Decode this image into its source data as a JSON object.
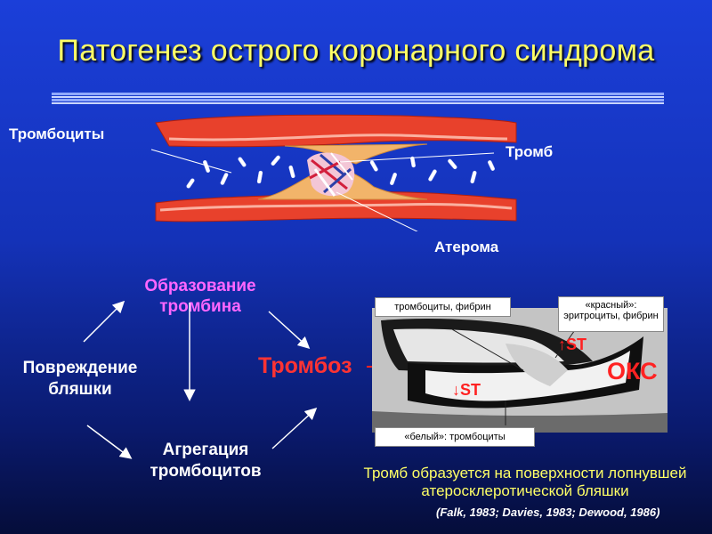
{
  "slide": {
    "title": "Патогенез острого коронарного синдрома",
    "labels": {
      "platelets": "Тромбоциты",
      "thrombus": "Тромб",
      "atheroma": "Атерома"
    },
    "cycle": {
      "plaque_damage": "Повреждение бляшки",
      "thrombin_formation": "Образование тромбина",
      "platelet_aggregation": "Агрегация тромбоцитов",
      "thrombosis": "Тромбоз",
      "oks": "ОКС"
    },
    "micrograph": {
      "top_left_caption": "тромбоциты,  фибрин",
      "top_right_caption": "«красный»: эритроциты, фибрин",
      "bottom_caption": "«белый»: тромбоциты",
      "st_up": "↑ST",
      "st_down": "↓ST"
    },
    "note": "Тромб образуется на поверхности лопнувшей атеросклеротической бляшки",
    "references": "(Falk, 1983; Davies, 1983; Dewood, 1986)"
  },
  "colors": {
    "title": "#ffff66",
    "highlight": "#ff66ff",
    "thrombosis": "#ff3333",
    "vessel_wall": "#e8412c",
    "plaque": "#f2b46a"
  },
  "icons": [
    "arrow-up-right",
    "arrow-down",
    "arrow-down-right",
    "arrow-right-red"
  ]
}
